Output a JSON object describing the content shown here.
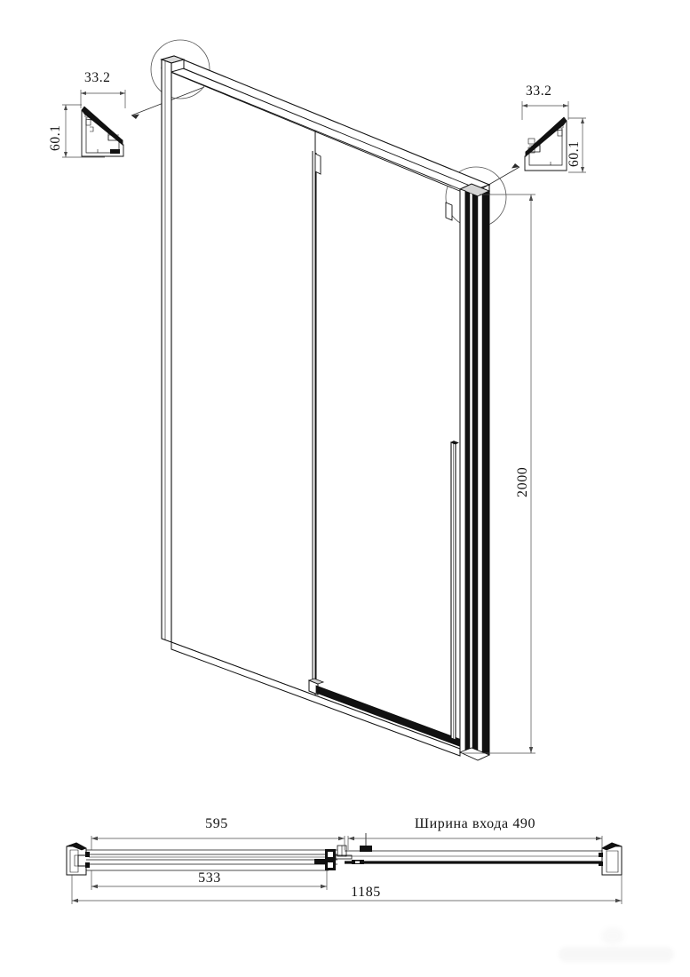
{
  "document": {
    "type": "technical-drawing",
    "subject": "Sliding shower door enclosure",
    "units": "mm"
  },
  "details": {
    "left_callout": {
      "name": "profile-section-left",
      "width_label": "33.2",
      "height_label": "60.1"
    },
    "right_callout": {
      "name": "profile-section-right",
      "width_label": "33.2",
      "height_label": "60.1"
    }
  },
  "isometric_view": {
    "height_dimension": "2000"
  },
  "plan_view": {
    "top_dimension": "595",
    "entrance_label": "Ширина входа 490",
    "middle_dimension": "533",
    "overall_dimension": "1185"
  },
  "colors": {
    "line": "#111111",
    "profile_fill": "#000000",
    "dim_line": "#4a4a4a",
    "background": "#ffffff"
  }
}
